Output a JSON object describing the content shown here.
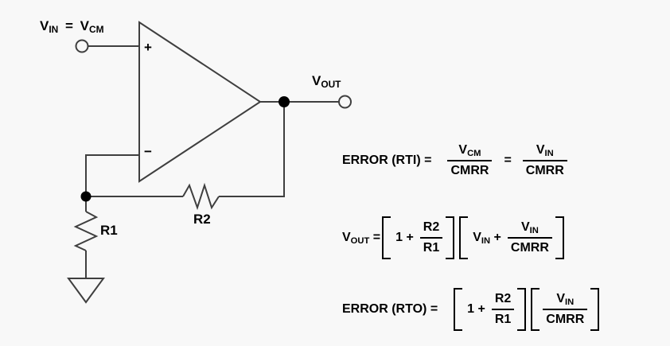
{
  "colors": {
    "background": "#f8f8f8",
    "wire": "#3f3f3f",
    "text": "#000000"
  },
  "circuit": {
    "symbols": {
      "opamp": "triangle-opamp-symbol",
      "input_terminal": "open-circle-terminal",
      "output_terminal": "open-circle-terminal",
      "ground": "triangle-ground-symbol",
      "junction_dots": "filled-circle-junction"
    },
    "input_label": {
      "v1": "V",
      "v1_sub": "IN",
      "equals": "=",
      "v2": "V",
      "v2_sub": "CM"
    },
    "opamp": {
      "plus": "+",
      "minus": "−"
    },
    "output_label": {
      "v": "V",
      "v_sub": "OUT"
    },
    "resistors": {
      "r1": "R1",
      "r2": "R2"
    }
  },
  "equations": {
    "rti": {
      "lhs": "ERROR (RTI) =",
      "frac1": {
        "num": "V",
        "num_sub": "CM",
        "den": "CMRR"
      },
      "equals": "=",
      "frac2": {
        "num": "V",
        "num_sub": "IN",
        "den": "CMRR"
      }
    },
    "vout": {
      "lhs_v": "V",
      "lhs_sub": "OUT",
      "lhs_eq": "=",
      "term1_pre": "1 +",
      "term1_frac": {
        "num": "R2",
        "den": "R1"
      },
      "term2_v": "V",
      "term2_v_sub": "IN",
      "term2_plus": "+",
      "term2_frac": {
        "num": "V",
        "num_sub": "IN",
        "den": "CMRR"
      }
    },
    "rto": {
      "lhs": "ERROR (RTO) =",
      "term1_pre": "1 +",
      "term1_frac": {
        "num": "R2",
        "den": "R1"
      },
      "term2_frac": {
        "num": "V",
        "num_sub": "IN",
        "den": "CMRR"
      }
    }
  }
}
